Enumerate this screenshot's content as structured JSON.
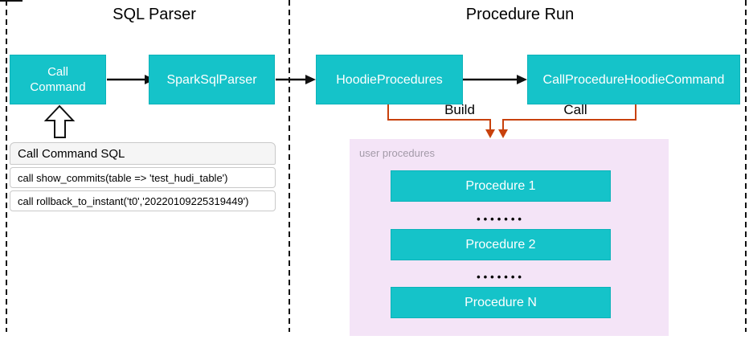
{
  "colors": {
    "teal": "#15c3c9",
    "teal-border": "#0cb2b9",
    "lavender": "#f4e4f7",
    "orange": "#c8410c",
    "ink": "#111111",
    "card-border": "#c9c9c9",
    "card-header-bg": "#f5f5f5",
    "muted": "#a39aa8"
  },
  "sections": {
    "sql_parser": {
      "title": "SQL Parser",
      "call_command": {
        "line1": "Call",
        "line2": "Command"
      },
      "parser_box": "SparkSqlParser",
      "sql_card": {
        "header": "Call Command SQL",
        "rows": [
          "call show_commits(table => 'test_hudi_table')",
          "call rollback_to_instant('t0','20220109225319449')"
        ]
      }
    },
    "procedure_run": {
      "title": "Procedure Run",
      "hoodie_procedures": "HoodieProcedures",
      "call_procedure_command": "CallProcedureHoodieCommand",
      "build_label": "Build",
      "call_label": "Call",
      "user_procedures": {
        "label": "user procedures",
        "items": [
          "Procedure 1",
          "Procedure 2",
          "Procedure N"
        ],
        "ellipsis": "•••••••"
      }
    }
  }
}
